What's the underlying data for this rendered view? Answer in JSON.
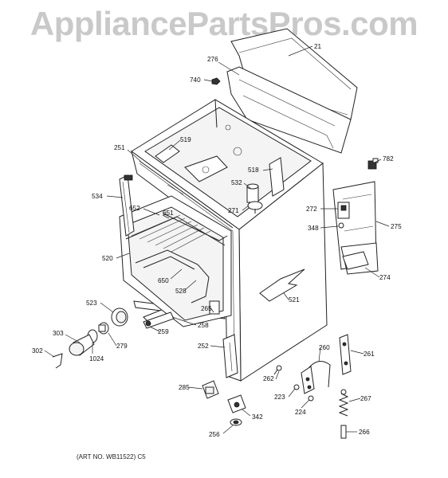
{
  "watermark": "AppliancePartsPros.com",
  "art_number": "(ART NO. WB11522) C5",
  "callouts": [
    "21",
    "276",
    "740",
    "782",
    "519",
    "251",
    "518",
    "532",
    "534",
    "652",
    "651",
    "271",
    "272",
    "275",
    "348",
    "274",
    "520",
    "650",
    "528",
    "265",
    "521",
    "523",
    "258",
    "259",
    "303",
    "279",
    "302",
    "1024",
    "252",
    "260",
    "261",
    "262",
    "223",
    "285",
    "267",
    "224",
    "342",
    "256",
    "266"
  ]
}
